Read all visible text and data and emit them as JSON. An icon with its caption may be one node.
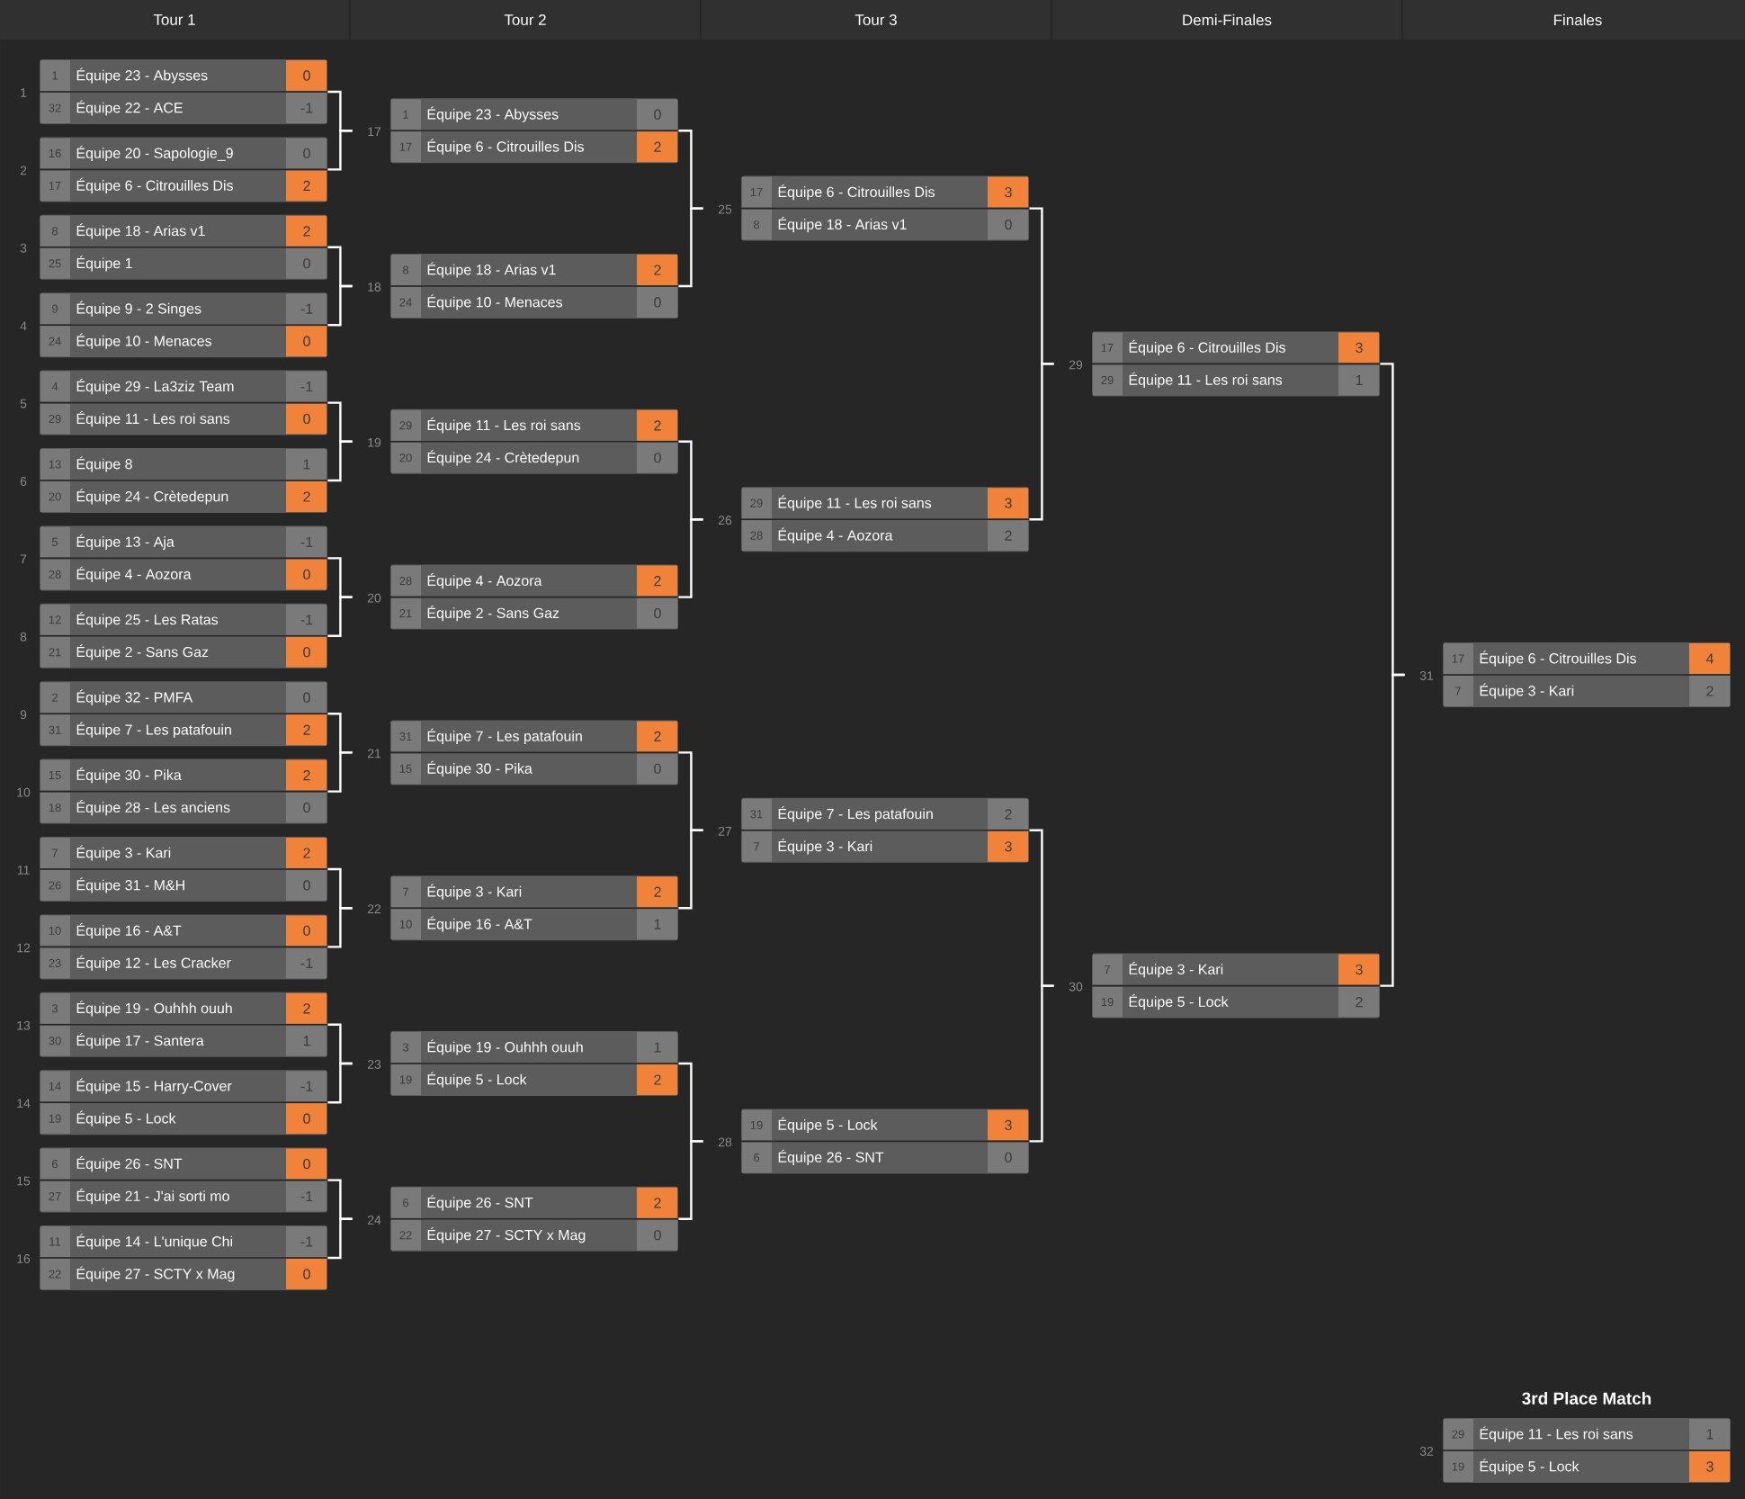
{
  "diagram": {
    "nodes": [
      {
        "text": [
          "1",
          "Équipe 23 - Abysses",
          "0",
          "32",
          "Équipe 22 - ACE",
          "-1"
        ],
        "beside": [
          "1"
        ]
      },
      {
        "text": [
          "16",
          "Équipe 20 - Sapologie_9",
          "0",
          "17",
          "Équipe 6 - Citrouilles Dis",
          "2"
        ],
        "beside": [
          "2"
        ]
      },
      {
        "text": [
          "8",
          "Équipe 18 - Arias v1",
          "2",
          "25",
          "Équipe 1",
          "0"
        ],
        "beside": [
          "3"
        ]
      },
      {
        "text": [
          "9",
          "Équipe 9 - 2 Singes",
          "-1",
          "24",
          "Équipe 10 - Menaces",
          "0"
        ],
        "beside": [
          "4"
        ]
      },
      {
        "text": [
          "4",
          "Équipe 29 - La3ziz Team",
          "-1",
          "29",
          "Équipe 11 - Les roi sans",
          "0"
        ],
        "beside": [
          "5"
        ]
      },
      {
        "text": [
          "13",
          "Équipe 8",
          "1",
          "20",
          "Équipe 24 - Crètedepun",
          "2"
        ],
        "beside": [
          "6"
        ]
      },
      {
        "text": [
          "5",
          "Équipe 13 - Aja",
          "-1",
          "28",
          "Équipe 4 - Aozora",
          "0"
        ],
        "beside": [
          "7"
        ]
      },
      {
        "text": [
          "12",
          "Équipe 25 - Les Ratas",
          "-1",
          "21",
          "Équipe 2 - Sans Gaz",
          "0"
        ],
        "beside": [
          "8"
        ]
      },
      {
        "text": [
          "2",
          "Équipe 32 - PMFA",
          "0",
          "31",
          "Équipe 7 - Les patafouin",
          "2"
        ],
        "beside": [
          "9"
        ]
      },
      {
        "text": [
          "15",
          "Équipe 30 - Pika",
          "2",
          "18",
          "Équipe 28 - Les anciens",
          "0"
        ],
        "beside": [
          "10"
        ]
      },
      {
        "text": [
          "7",
          "Équipe 3 - Kari",
          "2",
          "26",
          "Équipe 31 - M&H",
          "0"
        ],
        "beside": [
          "11"
        ]
      },
      {
        "text": [
          "10",
          "Équipe 16 - A&T",
          "0",
          "23",
          "Équipe 12 - Les Cracker",
          "-1"
        ],
        "beside": [
          "12"
        ]
      },
      {
        "text": [
          "3",
          "Équipe 19 - Ouhhh ouuh",
          "2",
          "30",
          "Équipe 17 - Santera",
          "1"
        ],
        "beside": [
          "13"
        ]
      },
      {
        "text": [
          "14",
          "Équipe 15 - Harry-Cover",
          "-1",
          "19",
          "Équipe 5 - Lock",
          "0"
        ],
        "beside": [
          "14"
        ]
      },
      {
        "text": [
          "6",
          "Équipe 26 - SNT",
          "0",
          "27",
          "Équipe 21 - J'ai sorti mo",
          "-1"
        ],
        "beside": [
          "15"
        ]
      },
      {
        "text": [
          "11",
          "Équipe 14 - L'unique Chi",
          "-1",
          "22",
          "Équipe 27 - SCTY x Mag",
          "0"
        ],
        "beside": [
          "16"
        ]
      },
      {
        "text": [
          "1",
          "Équipe 23 - Abysses",
          "0",
          "17",
          "Équipe 6 - Citrouilles Dis",
          "2"
        ],
        "beside": [
          "17"
        ]
      },
      {
        "text": [
          "8",
          "Équipe 18 - Arias v1",
          "2",
          "24",
          "Équipe 10 - Menaces",
          "0"
        ],
        "beside": [
          "18"
        ]
      },
      {
        "text": [
          "29",
          "Équipe 11 - Les roi sans",
          "2",
          "20",
          "Équipe 24 - Crètedepun",
          "0"
        ],
        "beside": [
          "19"
        ]
      },
      {
        "text": [
          "28",
          "Équipe 4 - Aozora",
          "2",
          "21",
          "Équipe 2 - Sans Gaz",
          "0"
        ],
        "beside": [
          "20"
        ]
      },
      {
        "text": [
          "31",
          "Équipe 7 - Les patafouin",
          "2",
          "15",
          "Équipe 30 - Pika",
          "0"
        ],
        "beside": [
          "21"
        ]
      },
      {
        "text": [
          "7",
          "Équipe 3 - Kari",
          "2",
          "10",
          "Équipe 16 - A&T",
          "1"
        ],
        "beside": [
          "22"
        ]
      },
      {
        "text": [
          "3",
          "Équipe 19 - Ouhhh ouuh",
          "1",
          "19",
          "Équipe 5 - Lock",
          "2"
        ],
        "beside": [
          "23"
        ]
      },
      {
        "text": [
          "6",
          "Équipe 26 - SNT",
          "2",
          "22",
          "Équipe 27 - SCTY x Mag",
          "0"
        ],
        "beside": [
          "24"
        ]
      },
      {
        "text": [
          "17",
          "Équipe 6 - Citrouilles Dis",
          "3",
          "8",
          "Équipe 18 - Arias v1",
          "0"
        ],
        "beside": [
          "25"
        ]
      },
      {
        "text": [
          "29",
          "Équipe 11 - Les roi sans",
          "3",
          "28",
          "Équipe 4 - Aozora",
          "2"
        ],
        "beside": [
          "26"
        ]
      },
      {
        "text": [
          "31",
          "Équipe 7 - Les patafouin",
          "2",
          "7",
          "Équipe 3 - Kari",
          "3"
        ],
        "beside": [
          "27"
        ]
      },
      {
        "text": [
          "19",
          "Équipe 5 - Lock",
          "3",
          "6",
          "Équipe 26 - SNT",
          "0"
        ],
        "beside": [
          "28"
        ]
      },
      {
        "text": [
          "17",
          "Équipe 6 - Citrouilles Dis",
          "3",
          "29",
          "Équipe 11 - Les roi sans",
          "1"
        ],
        "beside": [
          "29"
        ]
      },
      {
        "text": [
          "7",
          "Équipe 3 - Kari",
          "3",
          "19",
          "Équipe 5 - Lock",
          "2"
        ],
        "beside": [
          "30"
        ]
      },
      {
        "text": [
          "17",
          "Équipe 6 - Citrouilles Dis",
          "4",
          "7",
          "Équipe 3 - Kari",
          "2"
        ],
        "beside": [
          "31"
        ]
      },
      {
        "text": [
          "3rd Place Match",
          "29",
          "Équipe 11 - Les roi sans",
          "1",
          "19",
          "Équipe 5 - Lock",
          "3"
        ],
        "beside": [
          "32"
        ]
      }
    ],
    "edges": [
      {
        "from": 0,
        "to": 16,
        "arrow": "none"
      },
      {
        "from": 1,
        "to": 16,
        "arrow": "none"
      },
      {
        "from": 2,
        "to": 17,
        "arrow": "none"
      },
      {
        "from": 3,
        "to": 17,
        "arrow": "none"
      },
      {
        "from": 4,
        "to": 18,
        "arrow": "none"
      },
      {
        "from": 5,
        "to": 18,
        "arrow": "none"
      },
      {
        "from": 6,
        "to": 19,
        "arrow": "none"
      },
      {
        "from": 7,
        "to": 19,
        "arrow": "none"
      },
      {
        "from": 8,
        "to": 20,
        "arrow": "none"
      },
      {
        "from": 9,
        "to": 20,
        "arrow": "none"
      },
      {
        "from": 10,
        "to": 21,
        "arrow": "none"
      },
      {
        "from": 11,
        "to": 21,
        "arrow": "none"
      },
      {
        "from": 12,
        "to": 22,
        "arrow": "none"
      },
      {
        "from": 13,
        "to": 22,
        "arrow": "none"
      },
      {
        "from": 14,
        "to": 23,
        "arrow": "none"
      },
      {
        "from": 15,
        "to": 23,
        "arrow": "none"
      },
      {
        "from": 16,
        "to": 24,
        "arrow": "none"
      },
      {
        "from": 17,
        "to": 24,
        "arrow": "none"
      },
      {
        "from": 18,
        "to": 25,
        "arrow": "none"
      },
      {
        "from": 19,
        "to": 25,
        "arrow": "none"
      },
      {
        "from": 20,
        "to": 26,
        "arrow": "none"
      },
      {
        "from": 21,
        "to": 26,
        "arrow": "none"
      },
      {
        "from": 22,
        "to": 27,
        "arrow": "none"
      },
      {
        "from": 23,
        "to": 27,
        "arrow": "none"
      },
      {
        "from": 24,
        "to": 28,
        "arrow": "none"
      },
      {
        "from": 25,
        "to": 28,
        "arrow": "none"
      },
      {
        "from": 26,
        "to": 29,
        "arrow": "none"
      },
      {
        "from": 27,
        "to": 29,
        "arrow": "none"
      },
      {
        "from": 28,
        "to": 30,
        "arrow": "none"
      },
      {
        "from": 29,
        "to": 30,
        "arrow": "none"
      }
    ],
    "labels": [
      "Tour 1",
      "Tour 2",
      "Tour 3",
      "Demi-Finales",
      "Finales"
    ]
  }
}
